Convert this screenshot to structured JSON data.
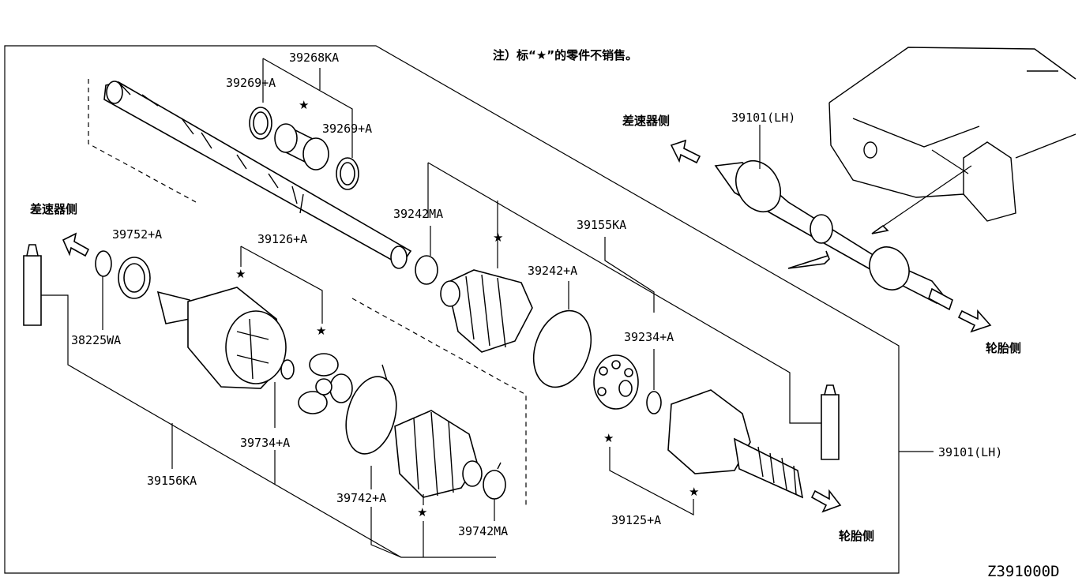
{
  "note": "注）标“★”的零件不销售。",
  "side_labels": {
    "diff_side_top": "差速器侧",
    "diff_side_left": "差速器侧",
    "wheel_side_top": "轮胎侧",
    "wheel_side_bottom": "轮胎侧"
  },
  "parts": {
    "p39268KA": "39268KA",
    "p39269A_1": "39269+A",
    "p39269A_2": "39269+A",
    "p39242MA": "39242MA",
    "p39155KA": "39155KA",
    "p39242A": "39242+A",
    "p39234A": "39234+A",
    "p39101LH_top": "39101(LH)",
    "p39101LH_right": "39101(LH)",
    "p39752A": "39752+A",
    "p39126A": "39126+A",
    "p38225WA": "38225WA",
    "p39734A": "39734+A",
    "p39156KA": "39156KA",
    "p39742A": "39742+A",
    "p39742MA": "39742MA",
    "p39125A": "39125+A"
  },
  "not_sold_marker": "★",
  "diagram_code": "Z391000D"
}
